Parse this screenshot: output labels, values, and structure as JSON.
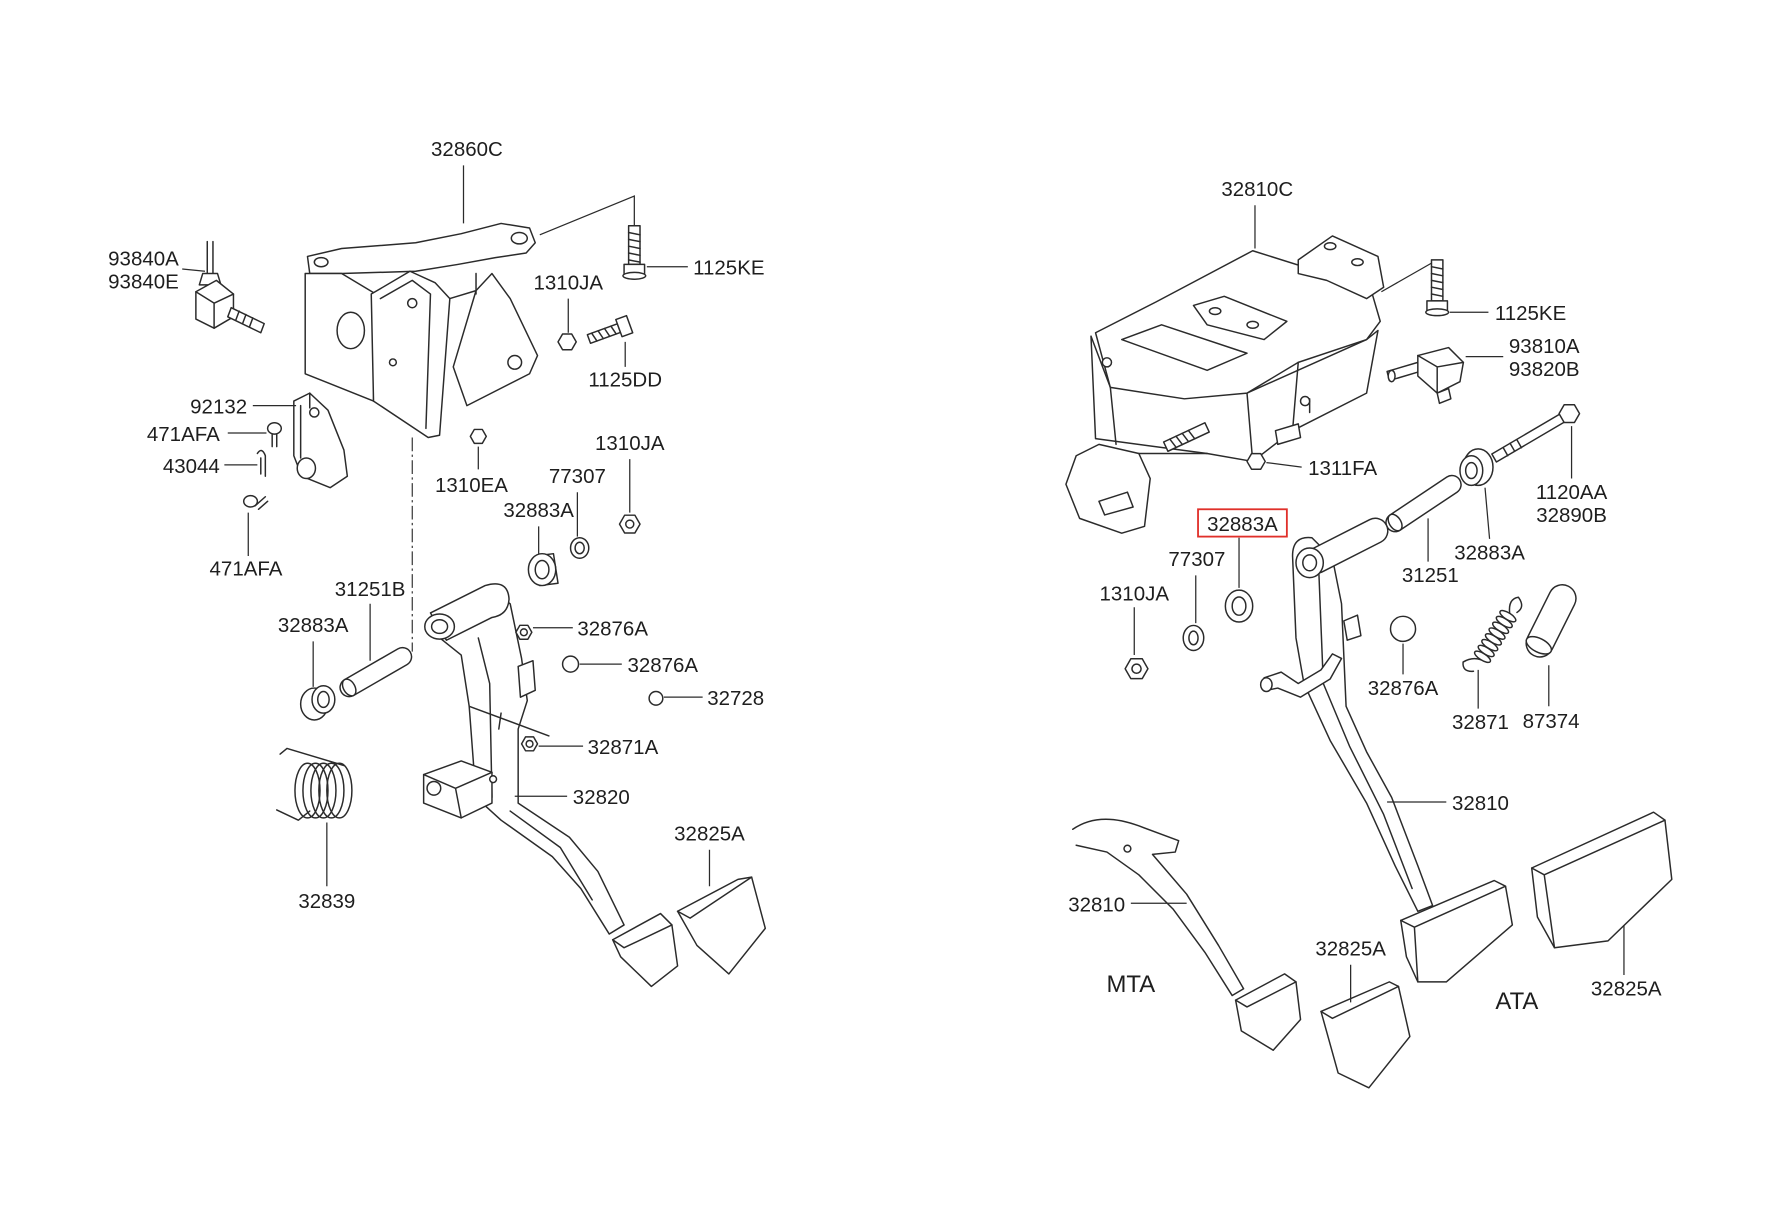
{
  "left": {
    "bracket": "32860C",
    "switch_a": "93840A",
    "switch_e": "93840E",
    "bolt_top": "1125KE",
    "nut_top": "1310JA",
    "bolt_side": "1125DD",
    "plate": "92132",
    "bolt_a": "471AFA",
    "clip": "43044",
    "nut_ea": "1310EA",
    "nut_pivot": "1310JA",
    "washer": "77307",
    "bushing_right": "32883A",
    "bolt_b": "471AFA",
    "pin": "31251B",
    "bushing_left": "32883A",
    "stopper_a": "32876A",
    "stopper_b": "32876A",
    "cap": "32728",
    "stopper_nut": "32871A",
    "pedal_arm": "32820",
    "pad": "32825A",
    "spring": "32839"
  },
  "right": {
    "bracket": "32810C",
    "bolt_top": "1125KE",
    "switch_a": "93810A",
    "switch_b": "93820B",
    "nut_fa": "1311FA",
    "bolt_long": "1120AA",
    "bolt_long_b": "32890B",
    "bushing_highlight": "32883A",
    "washer": "77307",
    "pin": "31251",
    "bushing": "32883A",
    "nut": "1310JA",
    "stopper": "32876A",
    "spring": "32871",
    "sleeve": "87374",
    "pedal_arm_ata": "32810",
    "pedal_arm_mta": "32810",
    "variant_mta": "MTA",
    "pad_mta": "32825A",
    "variant_ata": "ATA",
    "pad_ata": "32825A"
  },
  "highlight_color": "#e0302a"
}
